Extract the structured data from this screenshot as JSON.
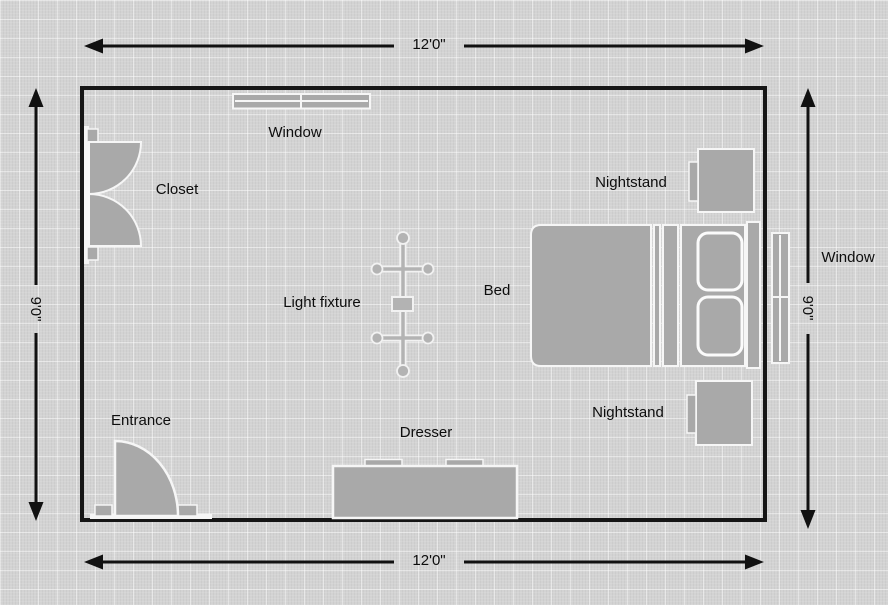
{
  "dimensions": {
    "top": "12'0\"",
    "bottom": "12'0\"",
    "left": "9'0\"",
    "right": "9'0\""
  },
  "labels": {
    "window_top": "Window",
    "closet": "Closet",
    "entrance": "Entrance",
    "light_fixture": "Light fixture",
    "bed": "Bed",
    "nightstand_top": "Nightstand",
    "nightstand_bottom": "Nightstand",
    "dresser": "Dresser",
    "window_right": "Window"
  },
  "colors": {
    "background": "#d3d3d3",
    "grid_line": "#e6e6e6",
    "wall": "#161616",
    "furniture_fill": "#a9a9a9",
    "furniture_outline": "#f6f6f6",
    "dimension_line": "#111111",
    "text": "#0d0d0d"
  },
  "icon_names": [
    "double-arrow-icon",
    "door-swing-icon",
    "bifold-doors-icon",
    "ceiling-light-icon",
    "window-pane-icon"
  ]
}
